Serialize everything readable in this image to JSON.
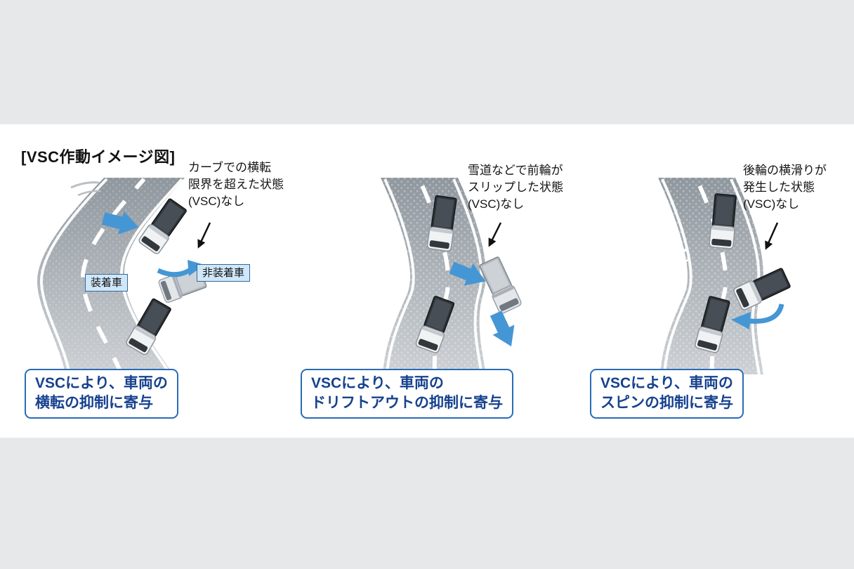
{
  "title": "[VSC作動イメージ図]",
  "panels": [
    {
      "name": "rollover",
      "annotation": "カーブでの横転\n限界を超えた状態\n(VSC)なし",
      "caption": "VSCにより、車両の\n横転の抑制に寄与",
      "chip_equipped": "装着車",
      "chip_non_equipped": "非装着車"
    },
    {
      "name": "drift-out",
      "annotation": "雪道などで前輪が\nスリップした状態\n(VSC)なし",
      "caption": "VSCにより、車両の\nドリフトアウトの抑制に寄与"
    },
    {
      "name": "spin",
      "annotation": "後輪の横滑りが\n発生した状態\n(VSC)なし",
      "caption": "VSCにより、車両の\nスピンの抑制に寄与"
    }
  ],
  "colors": {
    "caption_border": "#2a6cb5",
    "caption_text": "#16418f",
    "arrow_blue": "#4596d4",
    "chip_bg": "#cfe7f8",
    "road_dark": "#8f979e",
    "road_light": "#cdd1d5",
    "band_gray": "#e7e8e9"
  }
}
